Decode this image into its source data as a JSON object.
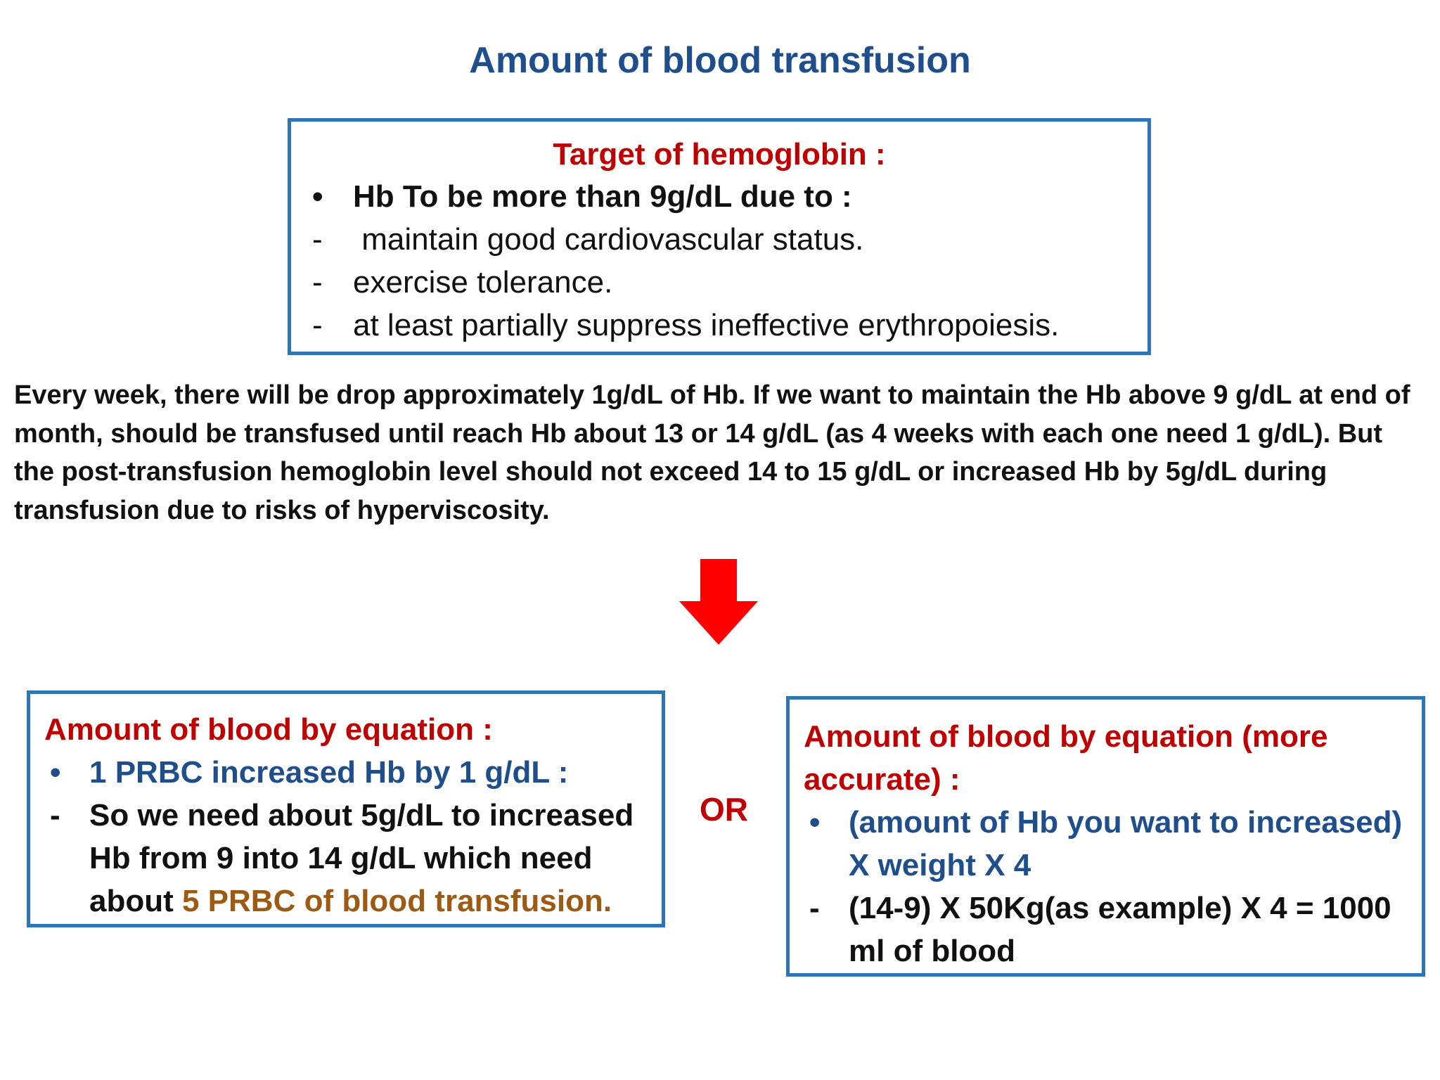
{
  "title": "Amount of blood transfusion",
  "target_box": {
    "heading": "Target of hemoglobin :",
    "bullet": {
      "marker": "•",
      "text": "Hb To be more than 9g/dL due to :"
    },
    "items": [
      {
        "marker": "-",
        "text": " maintain good cardiovascular status."
      },
      {
        "marker": "-",
        "text": "exercise tolerance."
      },
      {
        "marker": "-",
        "text": "at least partially suppress ineffective erythropoiesis."
      }
    ]
  },
  "paragraph": "Every week, there will be drop approximately 1g/dL of Hb. If we want to maintain the Hb above 9 g/dL at end of month, should be transfused until reach Hb about 13 or 14 g/dL (as 4 weeks with each one need 1 g/dL).  But the post-transfusion hemoglobin level should not exceed 14 to 15 g/dL  or increased Hb by 5g/dL during transfusion due to risks of hyperviscosity.",
  "arrow_icon": "down-arrow-icon",
  "arrow_color": "#ff0000",
  "left_box": {
    "heading": "Amount of blood by equation :",
    "bullet": {
      "marker": "•",
      "text": "1 PRBC increased Hb by 1 g/dL :"
    },
    "item": {
      "marker": "-",
      "text": "So we need about 5g/dL to increased Hb from 9 into 14 g/dL which need about ",
      "highlight": "5 PRBC of blood transfusion."
    }
  },
  "or_label": "OR",
  "right_box": {
    "heading": "Amount of blood by equation (more accurate) :",
    "bullet": {
      "marker": "•",
      "text": "(amount of Hb you want to increased) X weight X 4"
    },
    "item": {
      "marker": "-",
      "text": "(14-9) X 50Kg(as example) X 4 = 1000 ml of blood"
    }
  },
  "colors": {
    "title": "#1f4e8c",
    "heading_red": "#c00000",
    "box_border": "#2e75b6",
    "bullet_blue": "#1f4e8c",
    "highlight_brown": "#9c5a12"
  }
}
